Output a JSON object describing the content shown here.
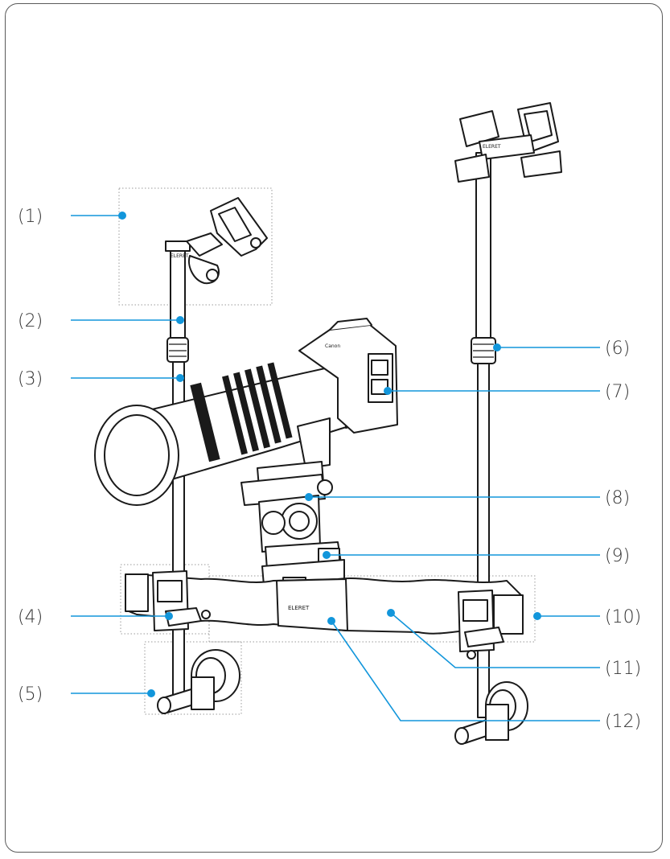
{
  "colors": {
    "accent": "#1296db",
    "ink": "#1a1a1a",
    "frame": "#5a5a5a"
  },
  "brand_mark": "ELERET",
  "camera_mark": "Canon",
  "callouts": [
    {
      "id": "1",
      "label": "(1)"
    },
    {
      "id": "2",
      "label": "(2)"
    },
    {
      "id": "3",
      "label": "(3)"
    },
    {
      "id": "4",
      "label": "(4)"
    },
    {
      "id": "5",
      "label": "(5)"
    },
    {
      "id": "6",
      "label": "(6)"
    },
    {
      "id": "7",
      "label": "(7)"
    },
    {
      "id": "8",
      "label": "(8)"
    },
    {
      "id": "9",
      "label": "(9)"
    },
    {
      "id": "10",
      "label": "(10)"
    },
    {
      "id": "11",
      "label": "(11)"
    },
    {
      "id": "12",
      "label": "(12)"
    }
  ]
}
